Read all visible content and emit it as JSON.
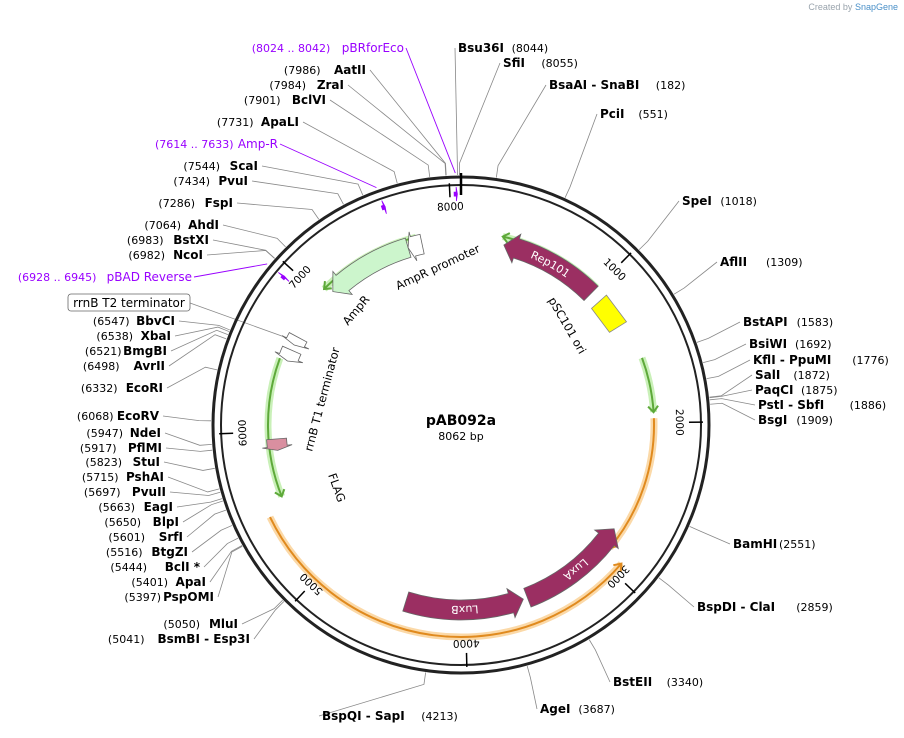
{
  "credit": {
    "prefix": "Created by",
    "brand": "SnapGene"
  },
  "plasmid": {
    "name": "pAB092a",
    "length_label": "8062 bp",
    "length": 8062
  },
  "ticks": [
    {
      "label": "1000",
      "pos": 1000
    },
    {
      "label": "2000",
      "pos": 2000
    },
    {
      "label": "3000",
      "pos": 3000
    },
    {
      "label": "4000",
      "pos": 4000
    },
    {
      "label": "5000",
      "pos": 5000
    },
    {
      "label": "6000",
      "pos": 6000
    },
    {
      "label": "7000",
      "pos": 7000
    },
    {
      "label": "8000",
      "pos": 8000
    }
  ],
  "features": [
    {
      "name": "Rep101",
      "start": 300,
      "end": 1000,
      "dir": "ccw",
      "color": "#9b2f62",
      "track": 1,
      "labelled": true
    },
    {
      "name": "pSC101 ori",
      "start": 1080,
      "end": 1300,
      "dir": "none",
      "color": "#ffff00",
      "track": 1,
      "labelled": false
    },
    {
      "name": "LuxA",
      "start": 2780,
      "end": 3560,
      "dir": "ccw",
      "color": "#9b2f62",
      "track": 1,
      "labelled": true
    },
    {
      "name": "LuxB",
      "start": 3590,
      "end": 4420,
      "dir": "ccw",
      "color": "#9b2f62",
      "track": 1,
      "labelled": true
    },
    {
      "name": "AmpR",
      "start": 7080,
      "end": 7690,
      "dir": "ccw",
      "color": "#ccf5cc",
      "track": 1,
      "labelled": false
    },
    {
      "name": "AmpR promoter",
      "start": 7690,
      "end": 7790,
      "dir": "ccw",
      "color": "#ffffff",
      "track": 1,
      "labelled": false
    },
    {
      "name": "rrnB T2 terminator",
      "start": 6620,
      "end": 6680,
      "dir": "ccw",
      "color": "#ffffff",
      "track": 1,
      "labelled": false
    },
    {
      "name": "rrnB T1 terminator",
      "start": 6500,
      "end": 6580,
      "dir": "ccw",
      "color": "#ffffff",
      "track": 1,
      "labelled": false
    },
    {
      "name": "FLAG",
      "start": 5870,
      "end": 5950,
      "dir": "ccw",
      "color": "#d98fa0",
      "track": 1,
      "labelled": false
    },
    {
      "name": "pBAD Reverse",
      "start": 6928,
      "end": 6945,
      "dir": "cw",
      "color": "#9900ff",
      "track": 3,
      "labelled": false
    },
    {
      "name": "Amp-R",
      "start": 7614,
      "end": 7633,
      "dir": "cw",
      "color": "#9900ff",
      "track": 3,
      "labelled": false
    },
    {
      "name": "pBRforEco",
      "start": 8024,
      "end": 8042,
      "dir": "cw",
      "color": "#9900ff",
      "track": 3,
      "labelled": false
    }
  ],
  "arcs": [
    {
      "name": "green-arc-1",
      "start": 280,
      "end": 1000,
      "dir": "ccw",
      "color": "#5ea93a",
      "glow": "#c9f0b8",
      "track": 0
    },
    {
      "name": "green-arc-2",
      "start": 1560,
      "end": 1930,
      "dir": "cw",
      "color": "#5ea93a",
      "glow": "#c9f0b8",
      "track": 0
    },
    {
      "name": "green-arc-3",
      "start": 7050,
      "end": 7760,
      "dir": "ccw",
      "color": "#5ea93a",
      "glow": "#c9f0b8",
      "track": 0
    },
    {
      "name": "green-arc-4",
      "start": 5560,
      "end": 6500,
      "dir": "ccw",
      "color": "#5ea93a",
      "glow": "#c9f0b8",
      "track": 0
    },
    {
      "name": "orange-arc-1",
      "start": 1970,
      "end": 2900,
      "dir": "cw",
      "color": "#e08a1e",
      "glow": "#fbd9a8",
      "track": 0
    },
    {
      "name": "orange-arc-2",
      "start": 2930,
      "end": 5470,
      "dir": "ccw",
      "color": "#e08a1e",
      "glow": "#fbd9a8",
      "track": 2
    }
  ],
  "feature_labels": [
    {
      "text": "Rep101"
    },
    {
      "text": "pSC101 ori"
    },
    {
      "text": "AmpR promoter"
    },
    {
      "text": "AmpR"
    },
    {
      "text": "rrnB T1 terminator"
    },
    {
      "text": "FLAG"
    },
    {
      "text": "LuxA"
    },
    {
      "text": "LuxB"
    }
  ],
  "sites_right": [
    {
      "name": "Bsu36I",
      "pos": 8044,
      "coord": "(8044)"
    },
    {
      "name": "SfiI",
      "pos": 8055,
      "coord": "(8055)"
    },
    {
      "name": "BsaAI - SnaBI",
      "pos": 182,
      "coord": "(182)"
    },
    {
      "name": "PciI",
      "pos": 551,
      "coord": "(551)"
    },
    {
      "name": "SpeI",
      "pos": 1018,
      "coord": "(1018)"
    },
    {
      "name": "AflII",
      "pos": 1309,
      "coord": "(1309)"
    },
    {
      "name": "BstAPI",
      "pos": 1583,
      "coord": "(1583)"
    },
    {
      "name": "BsiWI",
      "pos": 1692,
      "coord": "(1692)"
    },
    {
      "name": "KflI - PpuMI",
      "pos": 1776,
      "coord": "(1776)"
    },
    {
      "name": "SalI",
      "pos": 1872,
      "coord": "(1872)"
    },
    {
      "name": "PaqCI",
      "pos": 1875,
      "coord": "(1875)"
    },
    {
      "name": "PstI - SbfI",
      "pos": 1886,
      "coord": "(1886)"
    },
    {
      "name": "BsgI",
      "pos": 1909,
      "coord": "(1909)"
    },
    {
      "name": "BamHI",
      "pos": 2551,
      "coord": "(2551)"
    },
    {
      "name": "BspDI - ClaI",
      "pos": 2859,
      "coord": "(2859)"
    },
    {
      "name": "BstEII",
      "pos": 3340,
      "coord": "(3340)"
    },
    {
      "name": "AgeI",
      "pos": 3687,
      "coord": "(3687)"
    },
    {
      "name": "BspQI - SapI",
      "pos": 4213,
      "coord": "(4213)"
    }
  ],
  "sites_left": [
    {
      "name": "AatII",
      "pos": 7986,
      "coord": "(7986)"
    },
    {
      "name": "ZraI",
      "pos": 7984,
      "coord": "(7984)"
    },
    {
      "name": "BclVI",
      "pos": 7901,
      "coord": "(7901)"
    },
    {
      "name": "ApaLI",
      "pos": 7731,
      "coord": "(7731)"
    },
    {
      "name": "ScaI",
      "pos": 7544,
      "coord": "(7544)"
    },
    {
      "name": "PvuI",
      "pos": 7434,
      "coord": "(7434)"
    },
    {
      "name": "FspI",
      "pos": 7286,
      "coord": "(7286)"
    },
    {
      "name": "AhdI",
      "pos": 7064,
      "coord": "(7064)"
    },
    {
      "name": "BstXI",
      "pos": 6983,
      "coord": "(6983)"
    },
    {
      "name": "NcoI",
      "pos": 6982,
      "coord": "(6982)"
    },
    {
      "name": "BbvCI",
      "pos": 6547,
      "coord": "(6547)"
    },
    {
      "name": "XbaI",
      "pos": 6538,
      "coord": "(6538)"
    },
    {
      "name": "BmgBI",
      "pos": 6521,
      "coord": "(6521)"
    },
    {
      "name": "AvrII",
      "pos": 6498,
      "coord": "(6498)"
    },
    {
      "name": "EcoRI",
      "pos": 6332,
      "coord": "(6332)"
    },
    {
      "name": "EcoRV",
      "pos": 6068,
      "coord": "(6068)"
    },
    {
      "name": "NdeI",
      "pos": 5947,
      "coord": "(5947)"
    },
    {
      "name": "PflMI",
      "pos": 5917,
      "coord": "(5917)"
    },
    {
      "name": "StuI",
      "pos": 5823,
      "coord": "(5823)"
    },
    {
      "name": "PshAI",
      "pos": 5715,
      "coord": "(5715)"
    },
    {
      "name": "PvuII",
      "pos": 5697,
      "coord": "(5697)"
    },
    {
      "name": "EagI",
      "pos": 5663,
      "coord": "(5663)"
    },
    {
      "name": "BlpI",
      "pos": 5650,
      "coord": "(5650)"
    },
    {
      "name": "SrfI",
      "pos": 5601,
      "coord": "(5601)"
    },
    {
      "name": "BtgZI",
      "pos": 5516,
      "coord": "(5516)"
    },
    {
      "name": "BclI *",
      "pos": 5444,
      "coord": "(5444)"
    },
    {
      "name": "ApaI",
      "pos": 5401,
      "coord": "(5401)"
    },
    {
      "name": "PspOMI",
      "pos": 5397,
      "coord": "(5397)"
    },
    {
      "name": "MluI",
      "pos": 5050,
      "coord": "(5050)"
    },
    {
      "name": "BsmBI - Esp3I",
      "pos": 5041,
      "coord": "(5041)"
    }
  ],
  "primer_labels": [
    {
      "coord": "(8024 .. 8042)",
      "name": "pBRforEco",
      "pos": 8033
    },
    {
      "coord": "(7614 .. 7633)",
      "name": "Amp-R",
      "pos": 7623
    },
    {
      "coord": "(6928 .. 6945)",
      "name": "pBAD Reverse",
      "pos": 6936
    }
  ],
  "boxed_label": {
    "text": "rrnB T2 terminator",
    "pos": 6650
  }
}
